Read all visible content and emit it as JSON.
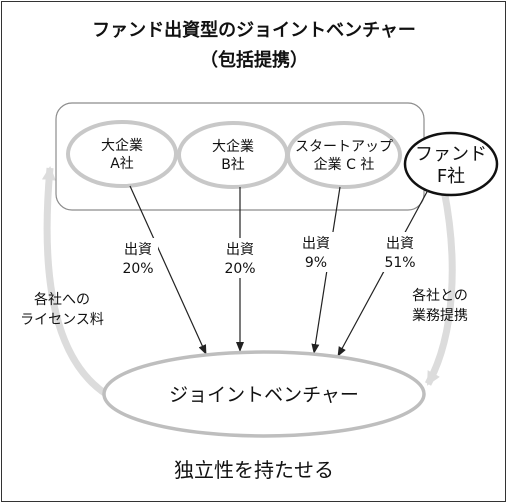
{
  "title": {
    "line1": "ファンド出資型のジョイントベンチャー",
    "line2": "（包括提携）"
  },
  "companies": [
    {
      "line1": "大企業",
      "line2": "A社"
    },
    {
      "line1": "大企業",
      "line2": "B社"
    },
    {
      "line1": "スタートアップ",
      "line2": "企業 C 社"
    }
  ],
  "fund": {
    "line1": "ファンド",
    "line2": "F社"
  },
  "investments": [
    {
      "label": "出資",
      "value": "20%"
    },
    {
      "label": "出資",
      "value": "20%"
    },
    {
      "label": "出資",
      "value": "9%"
    },
    {
      "label": "出資",
      "value": "51%"
    }
  ],
  "license": {
    "line1": "各社への",
    "line2": "ライセンス料"
  },
  "alliance": {
    "line1": "各社との",
    "line2": "業務提携"
  },
  "joint_venture": "ジョイントベンチャー",
  "footer": "独立性を持たせる"
}
